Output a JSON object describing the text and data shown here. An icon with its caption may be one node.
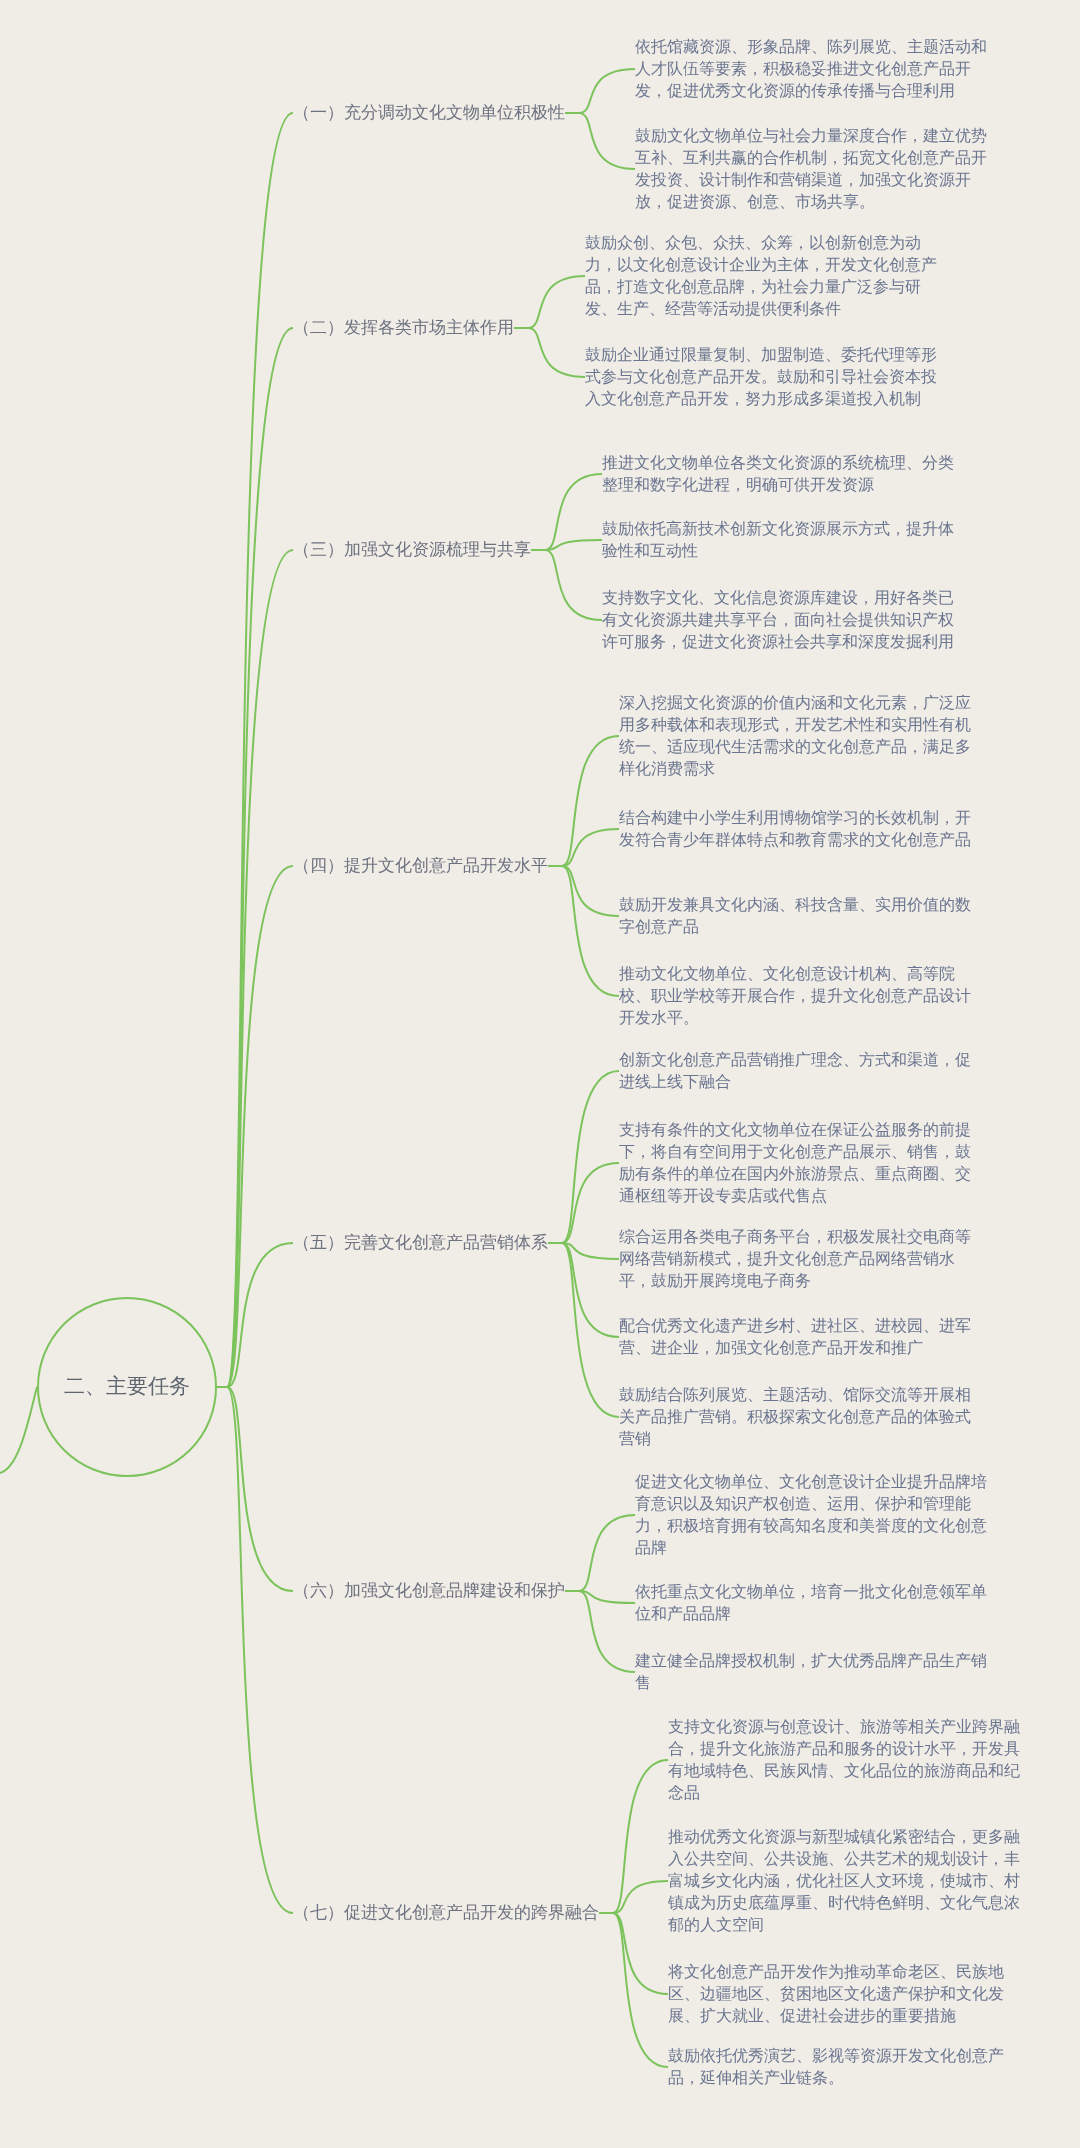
{
  "diagram": {
    "nodes": [
      {
        "text": [
          "二、主要任务"
        ]
      },
      {
        "text": [
          "（一）充分调动文化文物单位积极性"
        ]
      },
      {
        "text": [
          "依托馆藏资源、形象品牌、陈列展览、主题活动和人才队伍等要素，积极稳妥推进文化创意产品开发，促进优秀文化资源的传承传播与合理利用"
        ]
      },
      {
        "text": [
          "鼓励文化文物单位与社会力量深度合作，建立优势互补、互利共赢的合作机制，拓宽文化创意产品开发投资、设计制作和营销渠道，加强文化资源开放，促进资源、创意、市场共享。"
        ]
      },
      {
        "text": [
          "（二）发挥各类市场主体作用"
        ]
      },
      {
        "text": [
          "鼓励众创、众包、众扶、众筹，以创新创意为动力，以文化创意设计企业为主体，开发文化创意产品，打造文化创意品牌，为社会力量广泛参与研发、生产、经营等活动提供便利条件"
        ]
      },
      {
        "text": [
          "鼓励企业通过限量复制、加盟制造、委托代理等形式参与文化创意产品开发。鼓励和引导社会资本投入文化创意产品开发，努力形成多渠道投入机制"
        ]
      },
      {
        "text": [
          "（三）加强文化资源梳理与共享"
        ]
      },
      {
        "text": [
          "推进文化文物单位各类文化资源的系统梳理、分类整理和数字化进程，明确可供开发资源"
        ]
      },
      {
        "text": [
          "鼓励依托高新技术创新文化资源展示方式，提升体验性和互动性"
        ]
      },
      {
        "text": [
          "支持数字文化、文化信息资源库建设，用好各类已有文化资源共建共享平台，面向社会提供知识产权许可服务，促进文化资源社会共享和深度发掘利用"
        ]
      },
      {
        "text": [
          "（四）提升文化创意产品开发水平"
        ]
      },
      {
        "text": [
          "深入挖掘文化资源的价值内涵和文化元素，广泛应用多种载体和表现形式，开发艺术性和实用性有机统一、适应现代生活需求的文化创意产品，满足多样化消费需求"
        ]
      },
      {
        "text": [
          "结合构建中小学生利用博物馆学习的长效机制，开发符合青少年群体特点和教育需求的文化创意产品"
        ]
      },
      {
        "text": [
          "鼓励开发兼具文化内涵、科技含量、实用价值的数字创意产品"
        ]
      },
      {
        "text": [
          "推动文化文物单位、文化创意设计机构、高等院校、职业学校等开展合作，提升文化创意产品设计开发水平。"
        ]
      },
      {
        "text": [
          "（五）完善文化创意产品营销体系"
        ]
      },
      {
        "text": [
          "创新文化创意产品营销推广理念、方式和渠道，促进线上线下融合"
        ]
      },
      {
        "text": [
          "支持有条件的文化文物单位在保证公益服务的前提下，将自有空间用于文化创意产品展示、销售，鼓励有条件的单位在国内外旅游景点、重点商圈、交通枢纽等开设专卖店或代售点"
        ]
      },
      {
        "text": [
          "综合运用各类电子商务平台，积极发展社交电商等网络营销新模式，提升文化创意产品网络营销水平，鼓励开展跨境电子商务"
        ]
      },
      {
        "text": [
          "配合优秀文化遗产进乡村、进社区、进校园、进军营、进企业，加强文化创意产品开发和推广"
        ]
      },
      {
        "text": [
          "鼓励结合陈列展览、主题活动、馆际交流等开展相关产品推广营销。积极探索文化创意产品的体验式营销"
        ]
      },
      {
        "text": [
          "（六）加强文化创意品牌建设和保护"
        ]
      },
      {
        "text": [
          "促进文化文物单位、文化创意设计企业提升品牌培育意识以及知识产权创造、运用、保护和管理能力，积极培育拥有较高知名度和美誉度的文化创意品牌"
        ]
      },
      {
        "text": [
          "依托重点文化文物单位，培育一批文化创意领军单位和产品品牌"
        ]
      },
      {
        "text": [
          "建立健全品牌授权机制，扩大优秀品牌产品生产销售"
        ]
      },
      {
        "text": [
          "（七）促进文化创意产品开发的跨界融合"
        ]
      },
      {
        "text": [
          "支持文化资源与创意设计、旅游等相关产业跨界融合，提升文化旅游产品和服务的设计水平，开发具有地域特色、民族风情、文化品位的旅游商品和纪念品"
        ]
      },
      {
        "text": [
          "推动优秀文化资源与新型城镇化紧密结合，更多融入公共空间、公共设施、公共艺术的规划设计，丰富城乡文化内涵，优化社区人文环境，使城市、村镇成为历史底蕴厚重、时代特色鲜明、文化气息浓郁的人文空间"
        ]
      },
      {
        "text": [
          "将文化创意产品开发作为推动革命老区、民族地区、边疆地区、贫困地区文化遗产保护和文化发展、扩大就业、促进社会进步的重要措施"
        ]
      },
      {
        "text": [
          "鼓励依托优秀演艺、影视等资源开发文化创意产品，延伸相关产业链条。"
        ]
      }
    ],
    "edges": [
      {
        "from": null,
        "to": 0,
        "arrow": "none"
      },
      {
        "from": 0,
        "to": 1,
        "arrow": "none"
      },
      {
        "from": 1,
        "to": 2,
        "arrow": "none"
      },
      {
        "from": 1,
        "to": 3,
        "arrow": "none"
      },
      {
        "from": 0,
        "to": 4,
        "arrow": "none"
      },
      {
        "from": 4,
        "to": 5,
        "arrow": "none"
      },
      {
        "from": 4,
        "to": 6,
        "arrow": "none"
      },
      {
        "from": 0,
        "to": 7,
        "arrow": "none"
      },
      {
        "from": 7,
        "to": 8,
        "arrow": "none"
      },
      {
        "from": 7,
        "to": 9,
        "arrow": "none"
      },
      {
        "from": 7,
        "to": 10,
        "arrow": "none"
      },
      {
        "from": 0,
        "to": 11,
        "arrow": "none"
      },
      {
        "from": 11,
        "to": 12,
        "arrow": "none"
      },
      {
        "from": 11,
        "to": 13,
        "arrow": "none"
      },
      {
        "from": 11,
        "to": 14,
        "arrow": "none"
      },
      {
        "from": 11,
        "to": 15,
        "arrow": "none"
      },
      {
        "from": 0,
        "to": 16,
        "arrow": "none"
      },
      {
        "from": 16,
        "to": 17,
        "arrow": "none"
      },
      {
        "from": 16,
        "to": 18,
        "arrow": "none"
      },
      {
        "from": 16,
        "to": 19,
        "arrow": "none"
      },
      {
        "from": 16,
        "to": 20,
        "arrow": "none"
      },
      {
        "from": 16,
        "to": 21,
        "arrow": "none"
      },
      {
        "from": 0,
        "to": 22,
        "arrow": "none"
      },
      {
        "from": 22,
        "to": 23,
        "arrow": "none"
      },
      {
        "from": 22,
        "to": 24,
        "arrow": "none"
      },
      {
        "from": 22,
        "to": 25,
        "arrow": "none"
      },
      {
        "from": 0,
        "to": 26,
        "arrow": "none"
      },
      {
        "from": 26,
        "to": 27,
        "arrow": "none"
      },
      {
        "from": 26,
        "to": 28,
        "arrow": "none"
      },
      {
        "from": 26,
        "to": 29,
        "arrow": "none"
      },
      {
        "from": 26,
        "to": 30,
        "arrow": "none"
      }
    ]
  }
}
